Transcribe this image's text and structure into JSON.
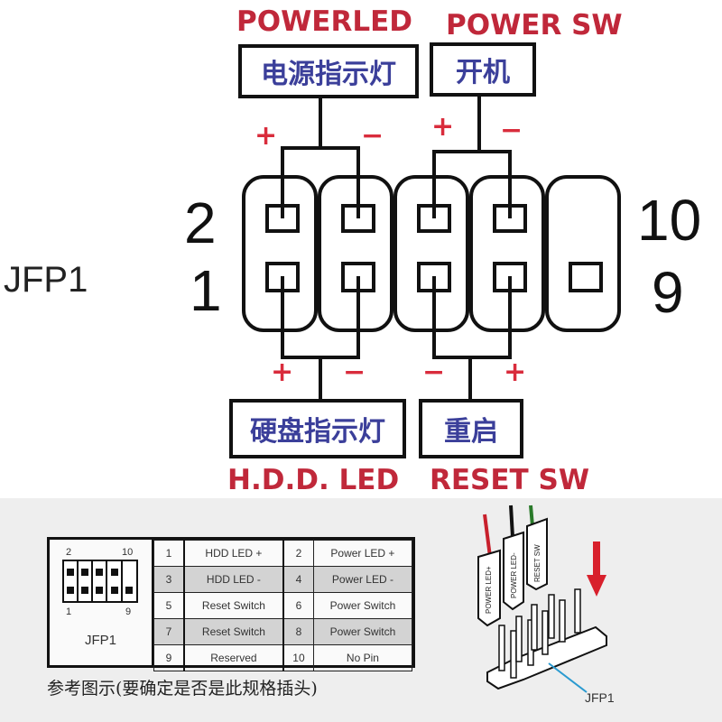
{
  "header": {
    "labels": {
      "power_led": "POWERLED",
      "power_sw": "POWER SW",
      "hdd_led": "H.D.D. LED",
      "reset_sw": "RESET SW"
    },
    "boxes": {
      "power_led_cn": "电源指示灯",
      "power_sw_cn": "开机",
      "hdd_led_cn": "硬盘指示灯",
      "reset_sw_cn": "重启"
    },
    "signs": {
      "plus": "+",
      "minus": "−"
    },
    "connector_name": "JFP1",
    "pin_numbers": {
      "top_left": "2",
      "bottom_left": "1",
      "top_right": "10",
      "bottom_right": "9"
    }
  },
  "reference_table": {
    "connector_name": "JFP1",
    "mini_labels": {
      "top_left": "2",
      "top_right": "10",
      "bottom_left": "1",
      "bottom_right": "9"
    },
    "rows": [
      {
        "pin_a": "1",
        "desc_a": "HDD LED +",
        "pin_b": "2",
        "desc_b": "Power LED +",
        "shaded": false
      },
      {
        "pin_a": "3",
        "desc_a": "HDD LED -",
        "pin_b": "4",
        "desc_b": "Power LED -",
        "shaded": true
      },
      {
        "pin_a": "5",
        "desc_a": "Reset Switch",
        "pin_b": "6",
        "desc_b": "Power Switch",
        "shaded": false
      },
      {
        "pin_a": "7",
        "desc_a": "Reset Switch",
        "pin_b": "8",
        "desc_b": "Power Switch",
        "shaded": true
      },
      {
        "pin_a": "9",
        "desc_a": "Reserved",
        "pin_b": "10",
        "desc_b": "No Pin",
        "shaded": false
      }
    ]
  },
  "caption": "参考图示(要确定是否是此规格插头)",
  "connector_illustration": {
    "plug_labels": [
      "POWER LED+",
      "POWER LED-",
      "RESET SW"
    ],
    "pointer_label": "JFP1",
    "colors": {
      "arrow": "#d8202c",
      "wire_red": "#c8202c",
      "wire_black": "#111111",
      "wire_green": "#2a7a2a",
      "pointer": "#2a9ad0"
    }
  },
  "colors": {
    "label_red": "#c0283a",
    "sign_red": "#d92c3c",
    "cn_blue": "#3b3f9a"
  }
}
